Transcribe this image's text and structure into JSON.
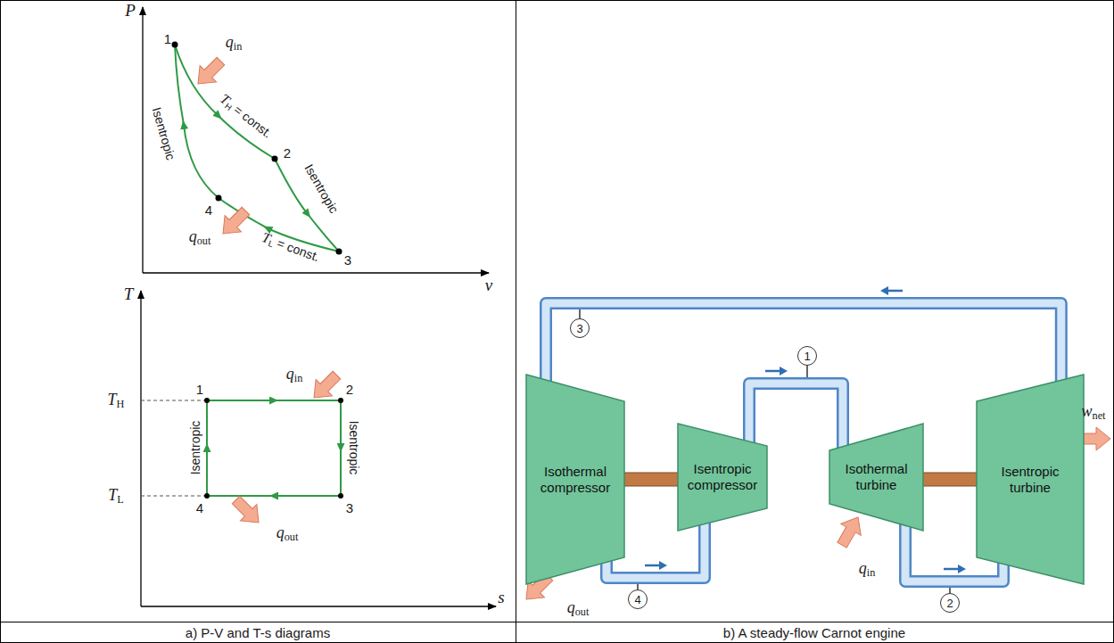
{
  "diagram": {
    "nodes": [
      {
        "text": [
          "Isothermal compressor"
        ]
      },
      {
        "text": [
          "Isentropic compressor"
        ]
      },
      {
        "text": [
          "Isothermal turbine"
        ]
      },
      {
        "text": [
          "Isentropic turbine"
        ]
      }
    ],
    "edges": [
      {
        "from": 0,
        "to": 1,
        "arrow": "to",
        "label": "4"
      },
      {
        "from": 1,
        "to": 2,
        "arrow": "to",
        "label": "1"
      },
      {
        "from": 2,
        "to": 3,
        "arrow": "to",
        "label": "2"
      },
      {
        "from": 3,
        "to": 0,
        "arrow": "to",
        "label": "3"
      }
    ],
    "labels": [
      "P",
      "v",
      "1",
      "qin",
      "TH = const.",
      "Isentropic",
      "2",
      "Isentropic",
      "4",
      "qout",
      "TL = const.",
      "3",
      "T",
      "TH",
      "1",
      "qin",
      "2",
      "Isentropic",
      "Isentropic",
      "TL",
      "4",
      "qout",
      "3",
      "s",
      "qout",
      "qin",
      "wnet",
      "a) P-V and T-s diagrams",
      "b) A steady-flow Carnot engine"
    ]
  }
}
